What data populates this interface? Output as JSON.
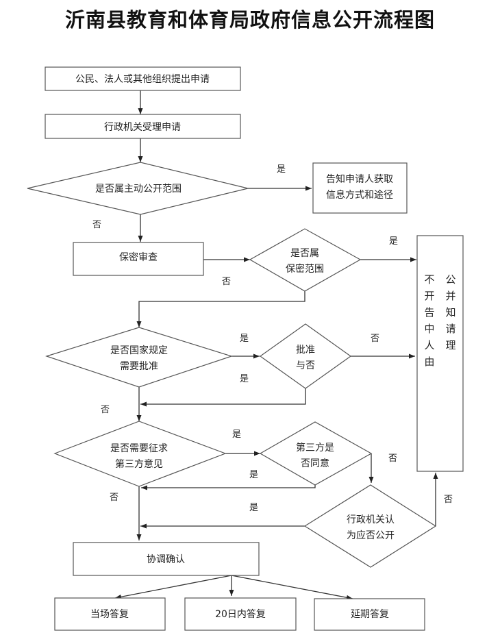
{
  "title": "沂南县教育和体育局政府信息公开流程图",
  "nodes": {
    "apply": "公民、法人或其他组织提出申请",
    "accept": "行政机关受理申请",
    "active_scope": "是否属主动公开范围",
    "notify_way": [
      "告知申请人获取",
      "信息方式和途径"
    ],
    "secrecy_review": "保密审查",
    "secret_scope": [
      "是否属",
      "保密范围"
    ],
    "approval_needed": [
      "是否国家规定",
      "需要批准"
    ],
    "approve": [
      "批准",
      "与否"
    ],
    "third_party_needed": [
      "是否需要征求",
      "第三方意见"
    ],
    "third_party_agree": [
      "第三方是",
      "否同意"
    ],
    "agency_decide": [
      "行政机关认",
      "为应否公开"
    ],
    "coordinate": "协调确认",
    "reply_now": "当场答复",
    "reply_20": "20日内答复",
    "reply_delay": "延期答复",
    "not_public_col1": [
      "不",
      "开",
      "告",
      "中",
      "人",
      "由"
    ],
    "not_public_col2": [
      "公",
      "并",
      "知",
      "请",
      "理"
    ]
  },
  "labels": {
    "yes": "是",
    "no": "否"
  }
}
